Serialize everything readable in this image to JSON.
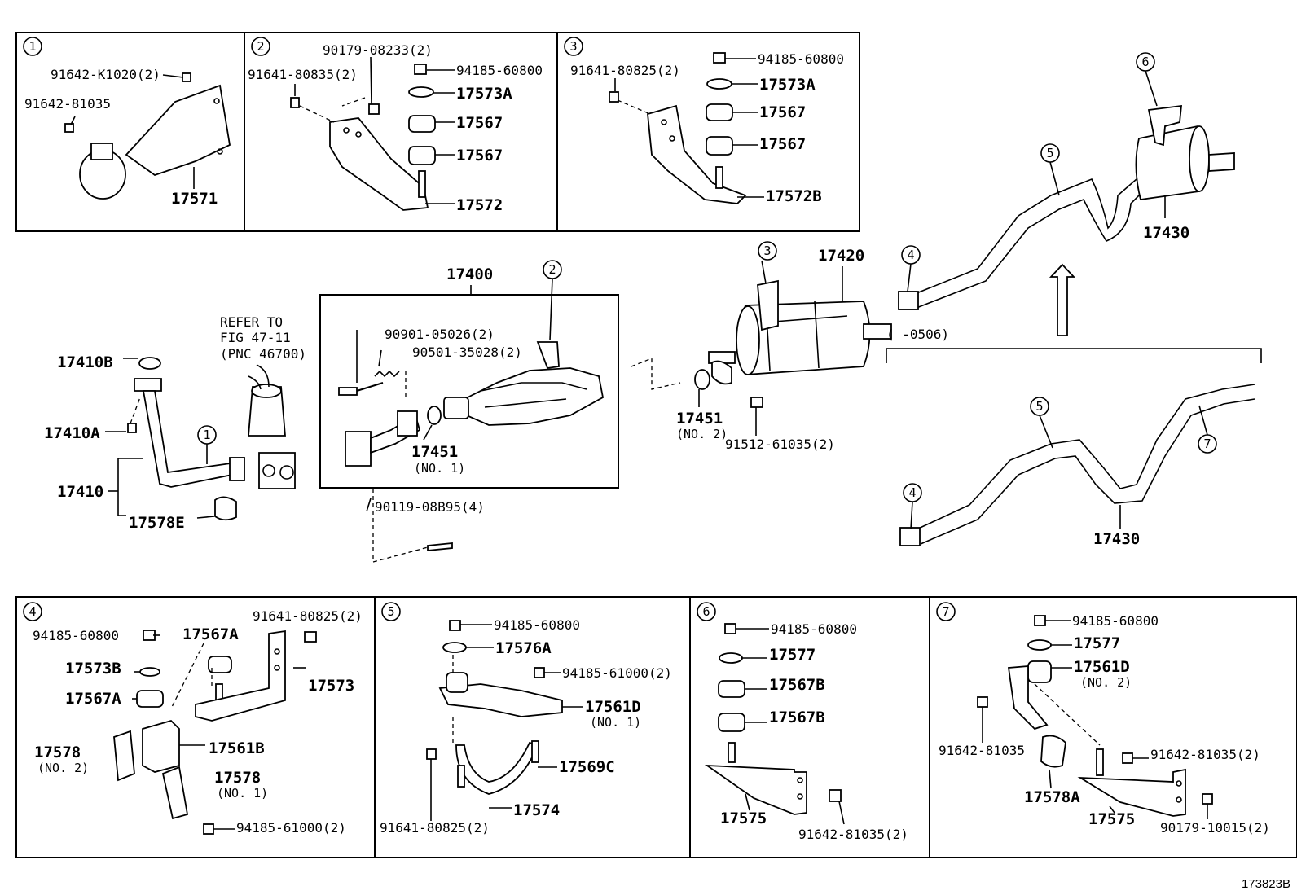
{
  "figure_id": "173823B",
  "refer_note": {
    "line1": "REFER TO",
    "line2": "FIG 47-11",
    "line3": "(PNC 46700)"
  },
  "date_range": "(        -0506)",
  "detail_panels": [
    {
      "num": "1",
      "labels": {
        "a": "91642-K1020(2)",
        "b": "91642-81035",
        "c": "17571"
      }
    },
    {
      "num": "2",
      "labels": {
        "a": "91641-80835(2)",
        "b": "90179-08233(2)",
        "c": "94185-60800",
        "d": "17573A",
        "e": "17567",
        "f": "17567",
        "g": "17572"
      }
    },
    {
      "num": "3",
      "labels": {
        "a": "91641-80825(2)",
        "b": "94185-60800",
        "c": "17573A",
        "d": "17567",
        "e": "17567",
        "f": "17572B"
      }
    },
    {
      "num": "4",
      "labels": {
        "a": "94185-60800",
        "b": "17567A",
        "c": "91641-80825(2)",
        "d": "17573B",
        "e": "17573",
        "f": "17567A",
        "g": "17578",
        "g2": "(NO. 2)",
        "h": "17561B",
        "i": "17578",
        "i2": "(NO. 1)",
        "j": "94185-61000(2)"
      }
    },
    {
      "num": "5",
      "labels": {
        "a": "94185-60800",
        "b": "17576A",
        "c": "94185-61000(2)",
        "d": "17561D",
        "d2": "(NO. 1)",
        "e": "17569C",
        "f": "17574",
        "g": "91641-80825(2)"
      }
    },
    {
      "num": "6",
      "labels": {
        "a": "94185-60800",
        "b": "17577",
        "c": "17567B",
        "d": "17567B",
        "e": "17575",
        "f": "91642-81035(2)"
      }
    },
    {
      "num": "7",
      "labels": {
        "a": "94185-60800",
        "b": "17577",
        "c": "17561D",
        "c2": "(NO. 2)",
        "d": "91642-81035",
        "e": "91642-81035(2)",
        "f": "17578A",
        "g": "17575",
        "h": "90179-10015(2)"
      }
    }
  ],
  "main": {
    "front_pipe": {
      "gasket": "17410B",
      "nut": "17410A",
      "pipe": "17410",
      "clamp": "17578E",
      "callout": "1"
    },
    "converter": {
      "assembly": "17400",
      "bolt": "90901-05026(2)",
      "spring": "90501-35028(2)",
      "gasket": "17451",
      "gasket_note": "(NO. 1)",
      "bolt2": "90119-08B95(4)",
      "callout": "2"
    },
    "center_muffler": {
      "part": "17420",
      "gasket": "17451",
      "gasket_note": "(NO. 2)",
      "bolt": "91512-61035(2)",
      "callout": "3"
    },
    "tail_upper": {
      "part": "17430",
      "callouts": [
        "4",
        "5",
        "6"
      ]
    },
    "tail_lower": {
      "part": "17430",
      "callouts": [
        "4",
        "5",
        "7"
      ]
    }
  }
}
